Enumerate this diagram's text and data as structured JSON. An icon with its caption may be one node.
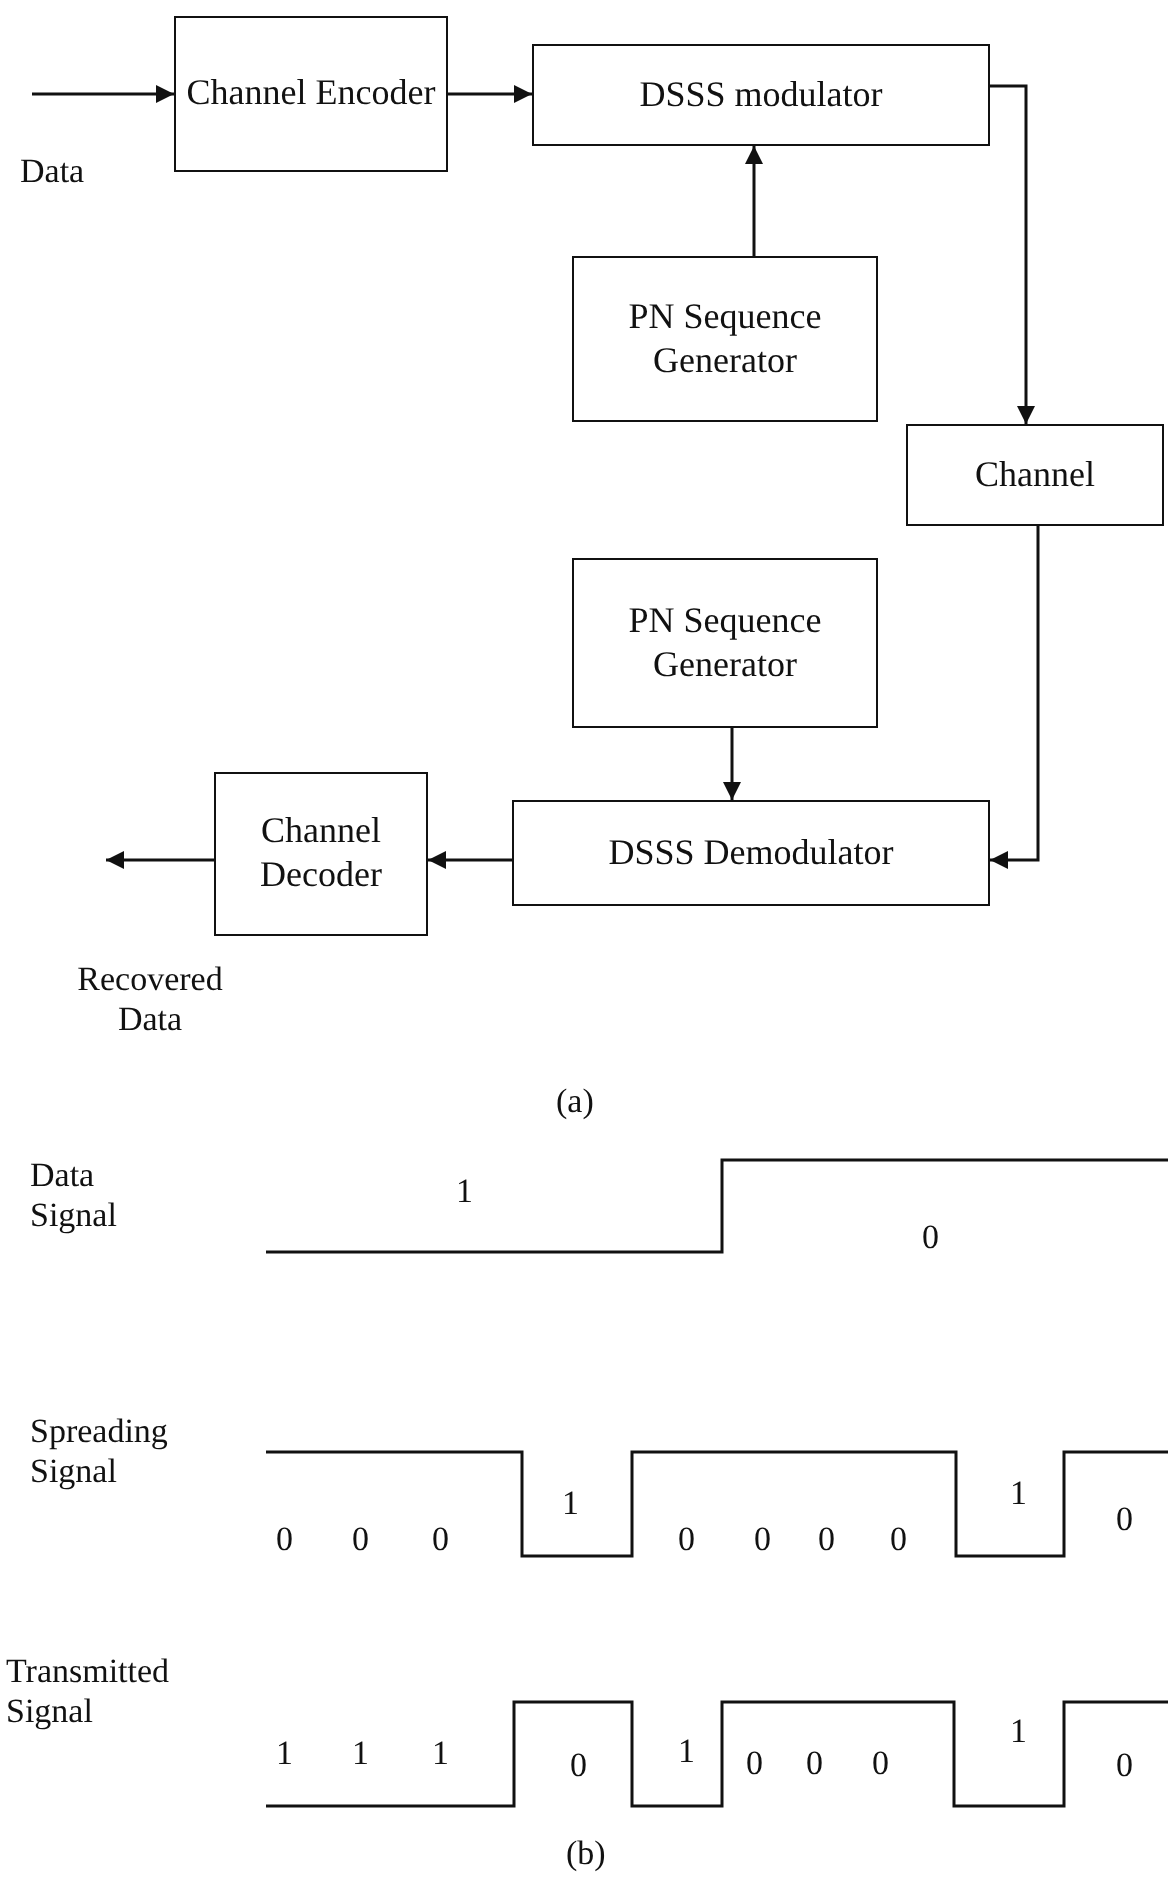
{
  "diagram": {
    "nodes": [
      {
        "text": [
          "Channel Encoder"
        ]
      },
      {
        "text": [
          "DSSS modulator"
        ]
      },
      {
        "text": [
          "PN Sequence Generator"
        ]
      },
      {
        "text": [
          "Channel"
        ]
      },
      {
        "text": [
          "PN Sequence Generator"
        ]
      },
      {
        "text": [
          "DSSS Demodulator"
        ]
      },
      {
        "text": [
          "Channel Decoder"
        ]
      }
    ],
    "edges": [
      {
        "from": null,
        "to": 0,
        "arrow": "to"
      },
      {
        "from": 0,
        "to": 1,
        "arrow": "to"
      },
      {
        "from": 2,
        "to": 1,
        "arrow": "to"
      },
      {
        "from": 1,
        "to": 3,
        "arrow": "to"
      },
      {
        "from": 4,
        "to": 5,
        "arrow": "to"
      },
      {
        "from": 3,
        "to": 5,
        "arrow": "to"
      },
      {
        "from": 5,
        "to": 6,
        "arrow": "to"
      },
      {
        "from": 6,
        "to": null,
        "arrow": "to"
      }
    ],
    "labels": [
      "Data",
      "Recovered Data",
      "(a)",
      "Data Signal",
      "1",
      "0",
      "Spreading Signal",
      "0",
      "0",
      "0",
      "1",
      "0",
      "0",
      "0",
      "0",
      "1",
      "0",
      "Transmitted Signal",
      "1",
      "1",
      "1",
      "0",
      "1",
      "0",
      "0",
      "0",
      "1",
      "0",
      "(b)"
    ]
  }
}
